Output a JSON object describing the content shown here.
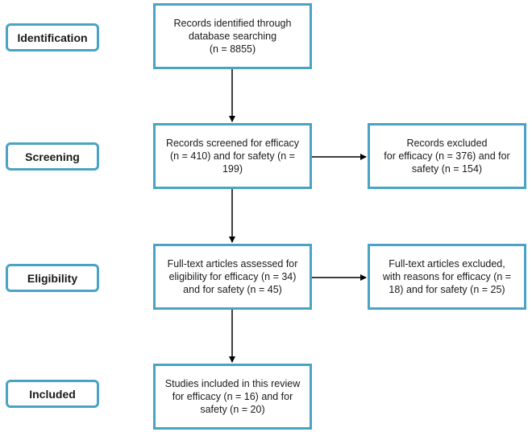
{
  "colors": {
    "border": "#4aa3c4",
    "arrow": "#000000",
    "text": "#1a1a1a"
  },
  "stages": {
    "identification": "Identification",
    "screening": "Screening",
    "eligibility": "Eligibility",
    "included": "Included"
  },
  "boxes": {
    "records_identified": "Records identified through\ndatabase searching\n(n = 8855)",
    "records_screened": "Records screened for efficacy\n(n = 410) and for safety (n =\n199)",
    "records_excluded": "Records excluded\nfor efficacy (n = 376) and for\nsafety (n = 154)",
    "fulltext_assessed": "Full-text articles assessed for\neligibility for efficacy (n = 34)\nand for safety (n = 45)",
    "fulltext_excluded": "Full-text articles excluded,\nwith reasons for efficacy (n =\n18) and for safety (n = 25)",
    "studies_included": "Studies included in this review\nfor efficacy (n = 16) and for\nsafety (n = 20)"
  }
}
